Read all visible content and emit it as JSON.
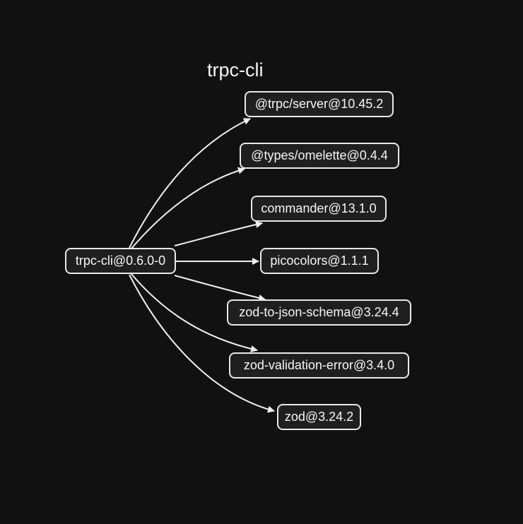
{
  "graph": {
    "title": "trpc-cli",
    "root": "trpc-cli@0.6.0-0",
    "dependencies": [
      "@trpc/server@10.45.2",
      "@types/omelette@0.4.4",
      "commander@13.1.0",
      "picocolors@1.1.1",
      "zod-to-json-schema@3.24.4",
      "zod-validation-error@3.4.0",
      "zod@3.24.2"
    ],
    "colors": {
      "background": "#111111",
      "edge": "#f0f0f0",
      "node_border": "#e9e9e9",
      "node_fill": "#1f1f1f"
    }
  }
}
